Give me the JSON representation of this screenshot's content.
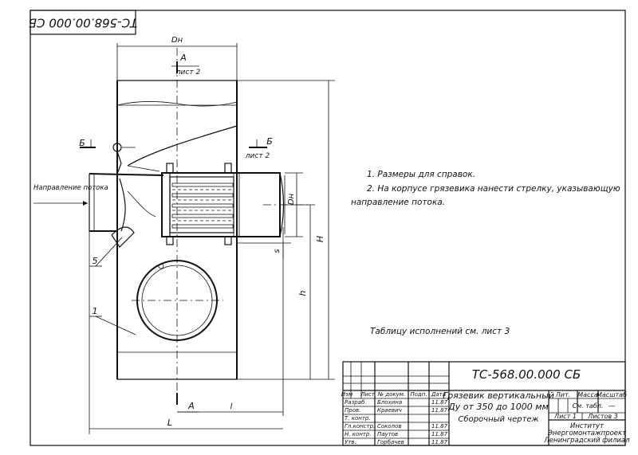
{
  "doc_code_rotated": "ТС-568.00.000 СБ",
  "labels": {
    "dn_top": "Dн",
    "section_a": "А",
    "sheet_2": "лист 2",
    "section_b": "Б",
    "flow_direction": "Направление потока",
    "dn_side": "Dн",
    "height_H": "H",
    "height_h": "h",
    "thickness_s": "s",
    "callout_5": "5",
    "callout_1": "1",
    "length_l": "l",
    "length_L": "L"
  },
  "notes": [
    "1. Размеры для справок.",
    "2. На корпусе грязевика нанести стрелку, указывающую",
    "направление потока."
  ],
  "table_note": "Таблицу исполнений см. лист 3",
  "title_block": {
    "doc_number": "ТС-568.00.000 СБ",
    "name_line1": "Грязевик вертикальный",
    "name_line2": "Ду от 350 до 1000 мм",
    "name_line3": "Сборочный чертеж",
    "headers": [
      "Изм",
      "Лист",
      "№ докум.",
      "Подп.",
      "Дата"
    ],
    "roles": [
      "Разраб.",
      "Пров.",
      "Т. контр.",
      "Гл.констр.",
      "Н. контр.",
      "Утв."
    ],
    "names": [
      "Блохина",
      "Краевич",
      "",
      "Соколов",
      "Паутов",
      "Горбачев"
    ],
    "dates": [
      "11.87",
      "11.87",
      "",
      "11.87",
      "11.87",
      "11.87"
    ],
    "col_lit": "Лит.",
    "col_mass": "Масса",
    "col_scale": "Масштаб",
    "mass_value": "См. табл.",
    "scale_value": "—",
    "sheet": "Лист 1",
    "sheets": "Листов 3",
    "org_line1": "Институт",
    "org_line2": "Энергомонтажпроект",
    "org_line3": "Ленинградский филиал"
  }
}
